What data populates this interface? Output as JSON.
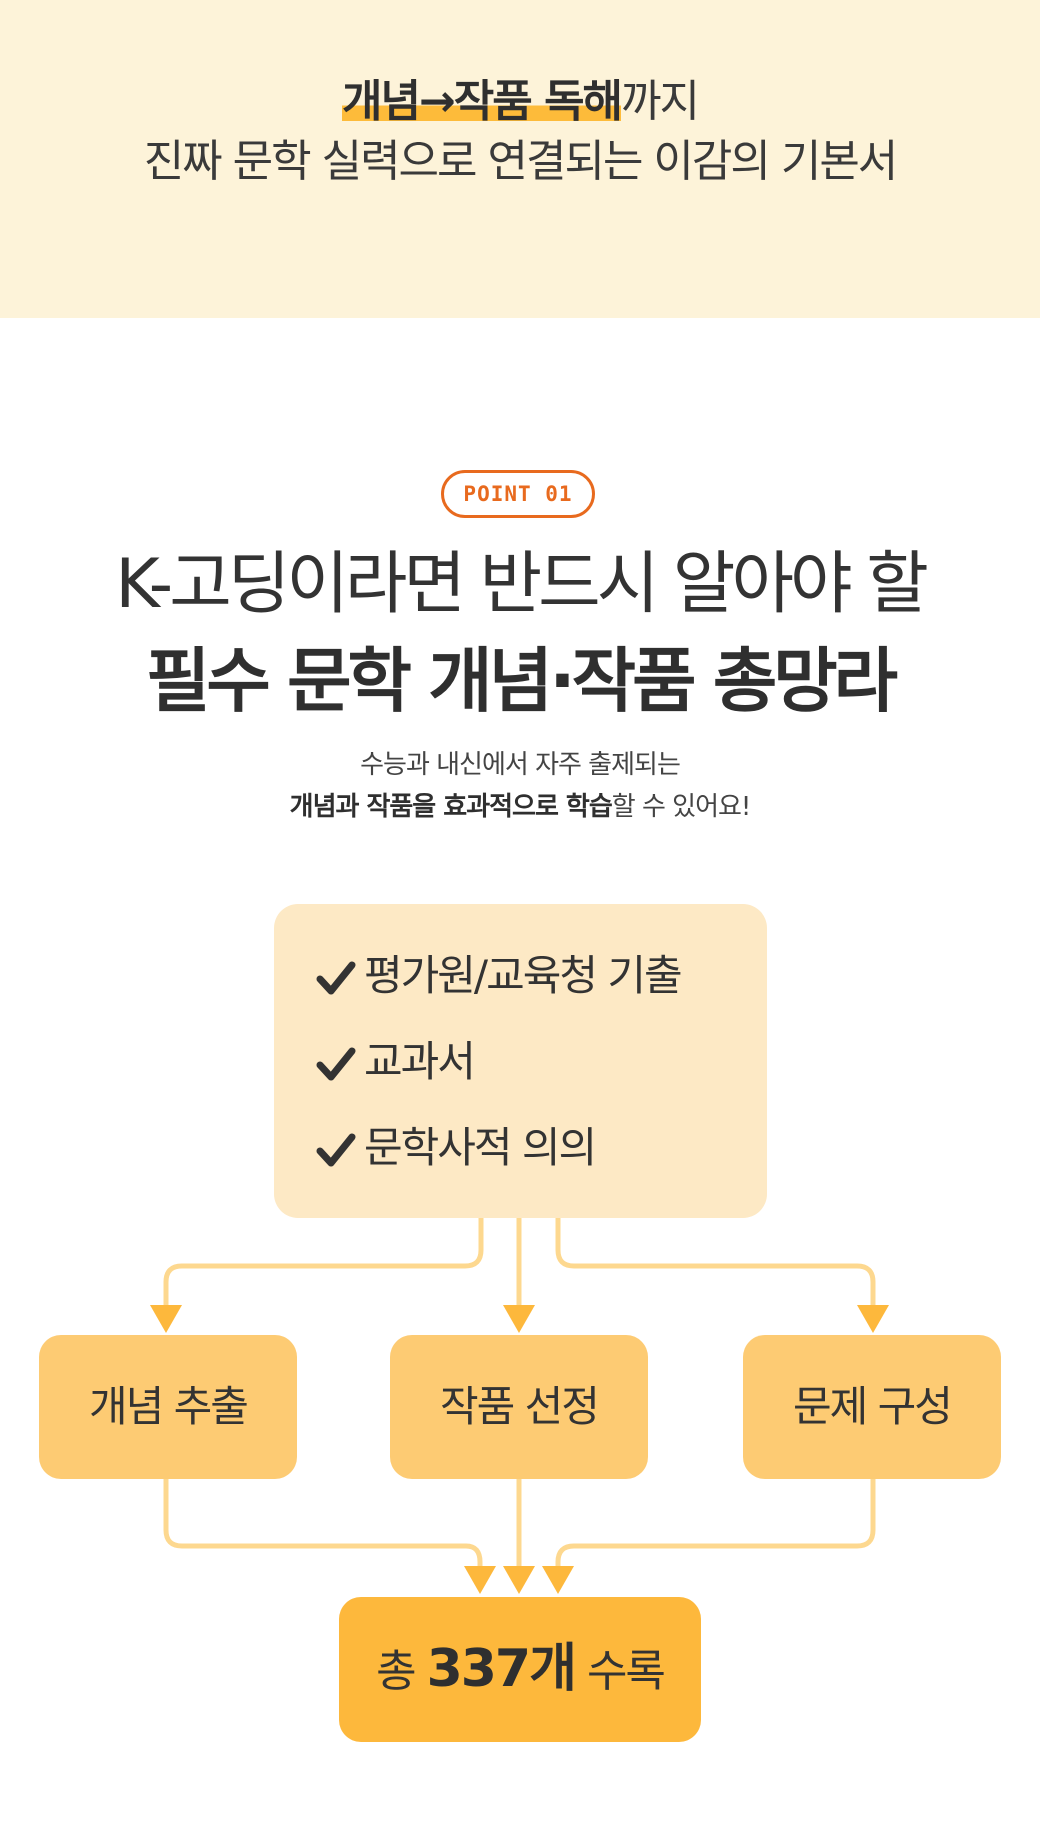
{
  "intro": {
    "highlight": "개념→작품 독해",
    "line1_rest": "까지",
    "line2": "진짜 문학 실력으로 연결되는 이감의 기본서"
  },
  "point_badge": "POINT 01",
  "headline": {
    "line1": "K-고딩이라면 반드시 알아야 할",
    "line2": "필수 문학 개념·작품 총망라"
  },
  "subtext": {
    "line1": "수능과 내신에서 자주 출제되는",
    "line2_bold": "개념과 작품을 효과적으로 학습",
    "line2_rest": "할 수 있어요!"
  },
  "sources": {
    "icon": "check-icon",
    "items": [
      "평가원/교육청 기출",
      "교과서",
      "문학사적 의의"
    ]
  },
  "steps": [
    "개념 추출",
    "작품 선정",
    "문제 구성"
  ],
  "total": {
    "prefix": "총",
    "count": "337개",
    "suffix": "수록"
  },
  "colors": {
    "top_band": "#fdf3d9",
    "highlight": "#fdbb3a",
    "badge": "#e86a1e",
    "source_box": "#fde9c5",
    "step_box": "#fdcb73",
    "total_box": "#fdb83c",
    "connector": "#fdd88f",
    "arrow": "#fdb83c"
  }
}
